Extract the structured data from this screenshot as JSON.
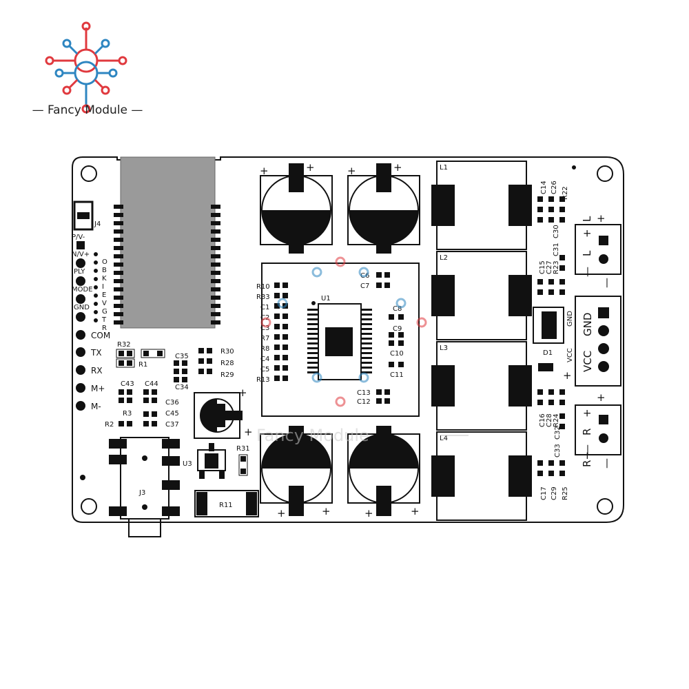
{
  "brand": {
    "name": "Fancy Module",
    "watermark": "Fancy Module"
  },
  "colors": {
    "red": "#e0393e",
    "blue": "#2e86c1",
    "ink": "#111111",
    "ribbon": "#9a9a9a"
  },
  "board": {
    "left_header": {
      "j4": "J4",
      "pins": [
        "P/V-",
        "N/V+",
        "PLY",
        "MODE",
        "GND"
      ],
      "letters": [
        "O",
        "B",
        "K",
        "I",
        "E",
        "V",
        "G",
        "T",
        "R"
      ],
      "side_pins": [
        "COM",
        "TX",
        "RX",
        "M+",
        "M-"
      ]
    },
    "components": {
      "r32": "R32",
      "r1": "R1",
      "c35": "C35",
      "c34": "C34",
      "r30": "R30",
      "r28": "R28",
      "r29": "R29",
      "c43": "C43",
      "c44": "C44",
      "r3": "R3",
      "r2": "R2",
      "c36": "C36",
      "c45": "C45",
      "c37": "C37",
      "u3": "U3",
      "r31": "R31",
      "r11": "R11",
      "j3": "J3",
      "u1": "U1",
      "u1_left": [
        "R10",
        "R33",
        "C1",
        "C2",
        "C3",
        "R7",
        "R8",
        "C4",
        "C5",
        "R13"
      ],
      "c6": "C6",
      "c7": "C7",
      "c8": "C8",
      "c9": "C9",
      "c10": "C10",
      "c11": "C11",
      "c13": "C13",
      "c12": "C12",
      "l1": "L1",
      "l2": "L2",
      "l3": "L3",
      "l4": "L4",
      "d1": "D1",
      "g1": [
        "C14",
        "C26",
        "R22"
      ],
      "g2": [
        "C15",
        "C27",
        "R23",
        "C31",
        "C30"
      ],
      "g3": [
        "C16",
        "C28",
        "R24",
        "C33",
        "C32"
      ],
      "g4": [
        "C17",
        "C29",
        "R25"
      ],
      "gnd_small": "GND",
      "vcc_small": "VCC"
    },
    "terminals": {
      "l": {
        "label": "L",
        "plus": "+",
        "minus": "—"
      },
      "power": {
        "gnd": "GND",
        "vcc": "VCC"
      },
      "r": {
        "label": "R",
        "plus": "+",
        "minus": "—"
      },
      "rminus": "R−"
    },
    "polarity": {
      "plus": "+"
    }
  }
}
